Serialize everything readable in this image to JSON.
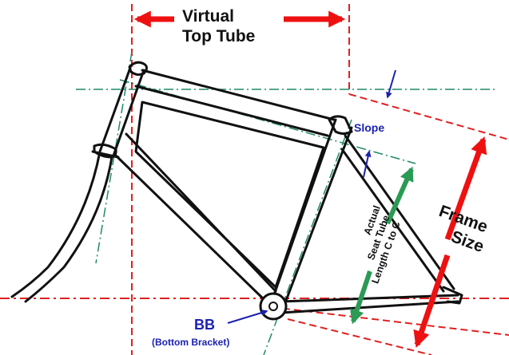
{
  "labels": {
    "virtual_top_tube_line1": "Virtual",
    "virtual_top_tube_line2": "Top Tube",
    "slope": "Slope",
    "frame_size_line1": "Frame",
    "frame_size_line2": "Size",
    "seat_tube_line1": "Actual",
    "seat_tube_line2": "Seat Tube",
    "seat_tube_line3": "Length C to C",
    "bb": "BB",
    "bb_full": "(Bottom Bracket)"
  },
  "colors": {
    "frame_ink": "#111111",
    "red_guides": "#e02020",
    "red_arrows": "#ee1111",
    "green_centerlines": "#1f8a6a",
    "green_arrow": "#2a9a55",
    "blue_arrows": "#1c22b0"
  }
}
